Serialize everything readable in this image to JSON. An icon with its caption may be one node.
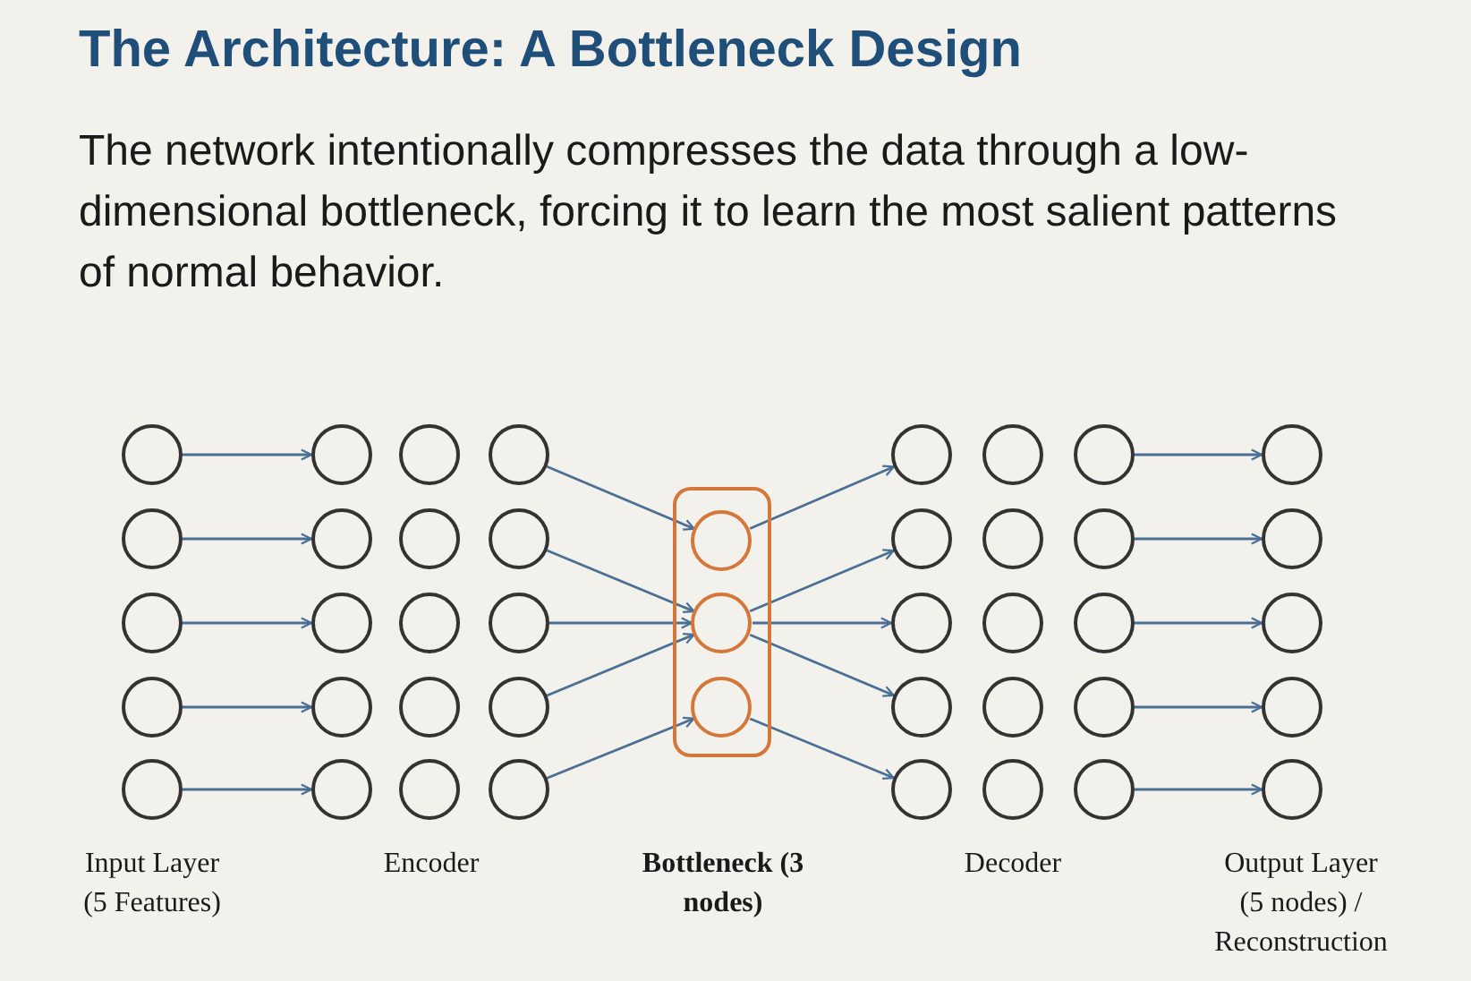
{
  "diagram": {
    "title": "The Architecture: A Bottleneck Design",
    "caption": "The network intentionally compresses the data through a low-dimensional bottleneck, forcing it to learn the most salient patterns of normal behavior.",
    "nodes": [
      {
        "text": [],
        "shape": "circle"
      },
      {
        "text": [],
        "shape": "circle"
      },
      {
        "text": [],
        "shape": "circle"
      },
      {
        "text": [],
        "shape": "circle"
      },
      {
        "text": [],
        "shape": "circle"
      },
      {
        "text": [],
        "shape": "circle"
      },
      {
        "text": [],
        "shape": "circle"
      },
      {
        "text": [],
        "shape": "circle"
      },
      {
        "text": [],
        "shape": "circle"
      },
      {
        "text": [],
        "shape": "circle"
      },
      {
        "text": [],
        "shape": "circle"
      },
      {
        "text": [],
        "shape": "circle"
      },
      {
        "text": [],
        "shape": "circle"
      },
      {
        "text": [],
        "shape": "circle"
      },
      {
        "text": [],
        "shape": "circle"
      },
      {
        "text": [],
        "shape": "circle"
      },
      {
        "text": [],
        "shape": "circle"
      },
      {
        "text": [],
        "shape": "circle"
      },
      {
        "text": [],
        "shape": "circle"
      },
      {
        "text": [],
        "shape": "circle"
      },
      {
        "text": [],
        "shape": "box"
      },
      {
        "text": [],
        "shape": "circle",
        "in": 20
      },
      {
        "text": [],
        "shape": "circle",
        "in": 20
      },
      {
        "text": [],
        "shape": "circle",
        "in": 20
      },
      {
        "text": [],
        "shape": "circle"
      },
      {
        "text": [],
        "shape": "circle"
      },
      {
        "text": [],
        "shape": "circle"
      },
      {
        "text": [],
        "shape": "circle"
      },
      {
        "text": [],
        "shape": "circle"
      },
      {
        "text": [],
        "shape": "circle"
      },
      {
        "text": [],
        "shape": "circle"
      },
      {
        "text": [],
        "shape": "circle"
      },
      {
        "text": [],
        "shape": "circle"
      },
      {
        "text": [],
        "shape": "circle"
      },
      {
        "text": [],
        "shape": "circle"
      },
      {
        "text": [],
        "shape": "circle"
      },
      {
        "text": [],
        "shape": "circle"
      },
      {
        "text": [],
        "shape": "circle"
      },
      {
        "text": [],
        "shape": "circle"
      },
      {
        "text": [],
        "shape": "circle"
      },
      {
        "text": [],
        "shape": "circle"
      },
      {
        "text": [],
        "shape": "circle"
      },
      {
        "text": [],
        "shape": "circle"
      },
      {
        "text": [],
        "shape": "circle"
      }
    ],
    "edges": [
      {
        "from": 0,
        "to": 5,
        "arrow": "to"
      },
      {
        "from": 1,
        "to": 6,
        "arrow": "to"
      },
      {
        "from": 2,
        "to": 7,
        "arrow": "to"
      },
      {
        "from": 3,
        "to": 8,
        "arrow": "to"
      },
      {
        "from": 4,
        "to": 9,
        "arrow": "to"
      },
      {
        "from": 15,
        "to": 21,
        "arrow": "to"
      },
      {
        "from": 16,
        "to": 22,
        "arrow": "to"
      },
      {
        "from": 17,
        "to": 22,
        "arrow": "to"
      },
      {
        "from": 18,
        "to": 22,
        "arrow": "to"
      },
      {
        "from": 19,
        "to": 23,
        "arrow": "to"
      },
      {
        "from": 21,
        "to": 24,
        "arrow": "to"
      },
      {
        "from": 22,
        "to": 25,
        "arrow": "to"
      },
      {
        "from": 22,
        "to": 26,
        "arrow": "to"
      },
      {
        "from": 22,
        "to": 27,
        "arrow": "to"
      },
      {
        "from": 23,
        "to": 28,
        "arrow": "to"
      },
      {
        "from": 34,
        "to": 39,
        "arrow": "to"
      },
      {
        "from": 35,
        "to": 40,
        "arrow": "to"
      },
      {
        "from": 36,
        "to": 41,
        "arrow": "to"
      },
      {
        "from": 37,
        "to": 42,
        "arrow": "to"
      },
      {
        "from": 38,
        "to": 43,
        "arrow": "to"
      }
    ],
    "labels": [
      "Input Layer (5 Features)",
      "Encoder",
      "Bottleneck (3 nodes)",
      "Decoder",
      "Output Layer (5 nodes) / Reconstruction"
    ]
  }
}
